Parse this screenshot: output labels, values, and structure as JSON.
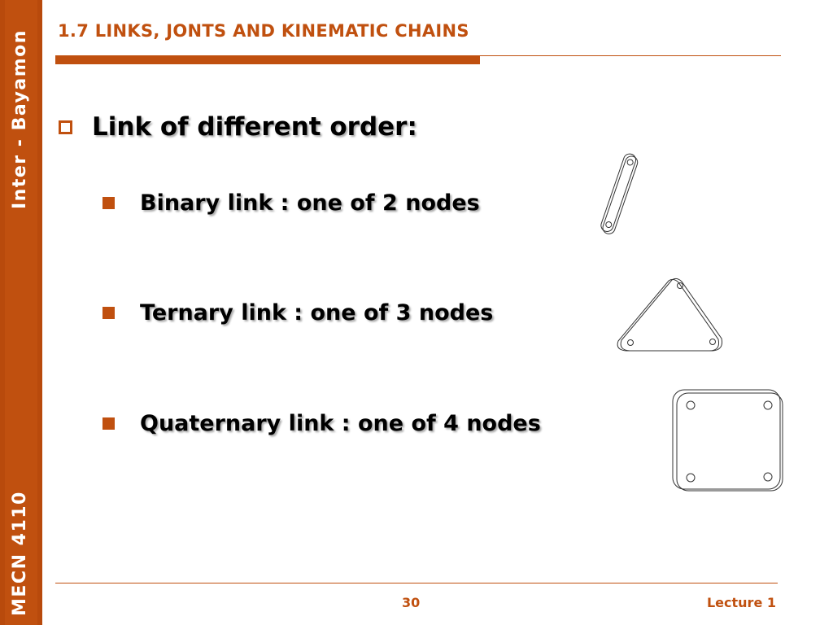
{
  "sidebar": {
    "top_text": "Inter - Bayamon",
    "bottom_text": "MECN 4110"
  },
  "header": {
    "title": "1.7 LINKS, JONTS AND KINEMATIC CHAINS"
  },
  "content": {
    "main_bullet": "Link of different order:",
    "sub_bullets": [
      "Binary link : one of 2 nodes",
      "Ternary link : one of 3 nodes",
      "Quaternary link : one of 4 nodes"
    ]
  },
  "footer": {
    "page_number": "30",
    "lecture": "Lecture 1"
  },
  "colors": {
    "accent": "#c0500f",
    "sidebar": "#b84a0c"
  }
}
